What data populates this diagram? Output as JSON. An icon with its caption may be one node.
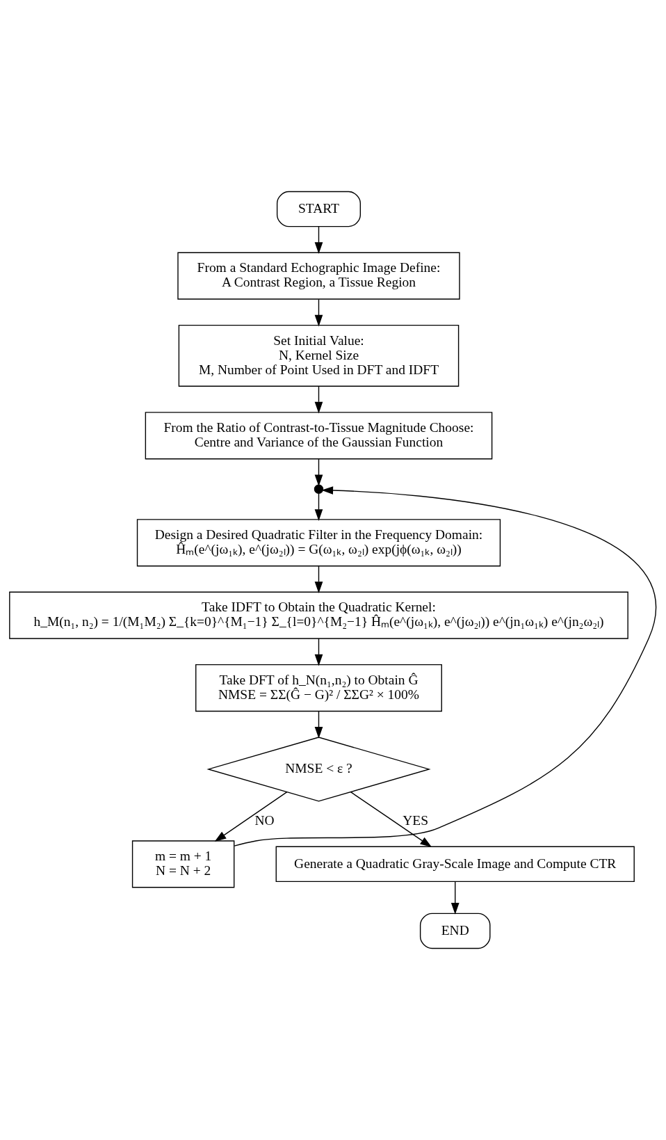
{
  "diagram": {
    "nodes": [
      {
        "text": [
          "START"
        ]
      },
      {
        "text": [
          "From a Standard Echographic Image Define:",
          "A Contrast Region, a Tissue Region"
        ]
      },
      {
        "text": [
          "Set Initial Value:",
          "N, Kernel Size",
          "M, Number of Point Used in DFT and IDFT"
        ]
      },
      {
        "text": [
          "From the Ratio of Contrast-to-Tissue Magnitude Choose:",
          "Centre and Variance of the Gaussian Function"
        ]
      },
      {
        "text": [],
        "shape": "circle"
      },
      {
        "text": [
          "Design a Desired Quadratic Filter in the Frequency Domain:",
          "Ĥₘ(e^(jω₁ₖ), e^(jω₂ₗ)) = G(ω₁ₖ, ω₂ₗ) exp(jϕ(ω₁ₖ, ω₂ₗ))"
        ]
      },
      {
        "text": [
          "Take IDFT to Obtain the Quadratic Kernel:",
          "h_M(n₁, n₂) = 1/(M₁M₂) Σ_{k=0}^{M₁−1} Σ_{l=0}^{M₂−1} Ĥₘ(e^(jω₁ₖ), e^(jω₂ₗ)) e^(jn₁ω₁ₖ) e^(jn₂ω₂ₗ)"
        ]
      },
      {
        "text": [
          "Take DFT of h_N(n₁,n₂) to Obtain Ĝ",
          "NMSE = ΣΣ(Ĝ − G)² / ΣΣG² × 100%"
        ]
      },
      {
        "text": [
          "NMSE < ε ?"
        ]
      },
      {
        "text": [
          "m = m + 1",
          "N = N + 2"
        ]
      },
      {
        "text": [
          "Generate a Quadratic Gray-Scale Image and Compute CTR"
        ]
      },
      {
        "text": [
          "END"
        ]
      }
    ],
    "edges": [
      {
        "from": 0,
        "to": 1,
        "arrow": "to"
      },
      {
        "from": 1,
        "to": 2,
        "arrow": "to"
      },
      {
        "from": 2,
        "to": 3,
        "arrow": "to"
      },
      {
        "from": 3,
        "to": 4,
        "arrow": "to"
      },
      {
        "from": 4,
        "to": 5,
        "arrow": "to"
      },
      {
        "from": 5,
        "to": 6,
        "arrow": "to"
      },
      {
        "from": 6,
        "to": 7,
        "arrow": "to"
      },
      {
        "from": 7,
        "to": 8,
        "arrow": "to"
      },
      {
        "from": 8,
        "to": 10,
        "arrow": "to",
        "label": "YES"
      },
      {
        "from": 8,
        "to": 9,
        "arrow": "to",
        "label": "NO"
      },
      {
        "from": 9,
        "to": 4,
        "arrow": "to"
      },
      {
        "from": 10,
        "to": 11,
        "arrow": "to"
      }
    ]
  }
}
